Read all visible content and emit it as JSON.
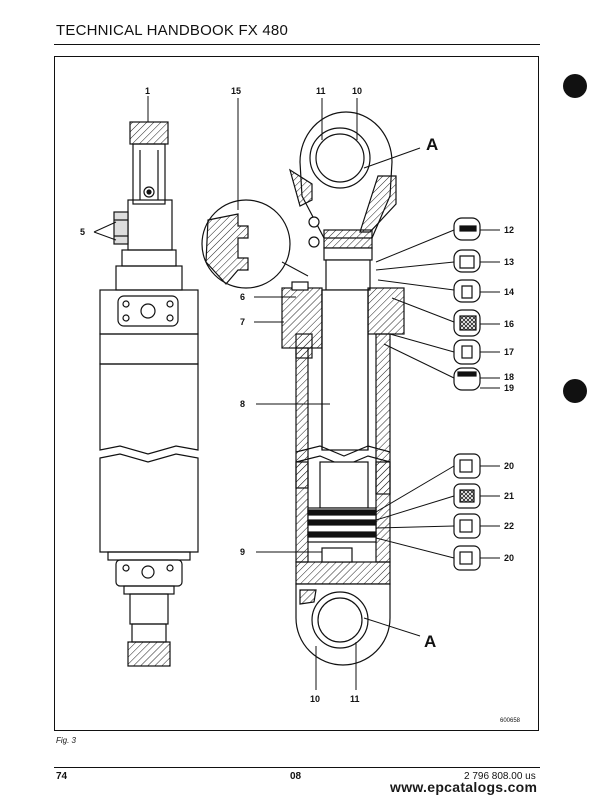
{
  "header": {
    "title": "TECHNICAL HANDBOOK FX 480"
  },
  "figure": {
    "caption": "Fig. 3",
    "drawing_number": "600658",
    "section_marker": "A",
    "callouts": [
      "1",
      "5",
      "15",
      "11",
      "10",
      "6",
      "7",
      "8",
      "9",
      "12",
      "13",
      "14",
      "16",
      "17",
      "18",
      "19",
      "20",
      "21",
      "22"
    ]
  },
  "footer": {
    "page": "74",
    "revision": "08",
    "doc_number": "2 796 808.00 us"
  },
  "watermark": {
    "text": "www.epcatalogs.com"
  }
}
